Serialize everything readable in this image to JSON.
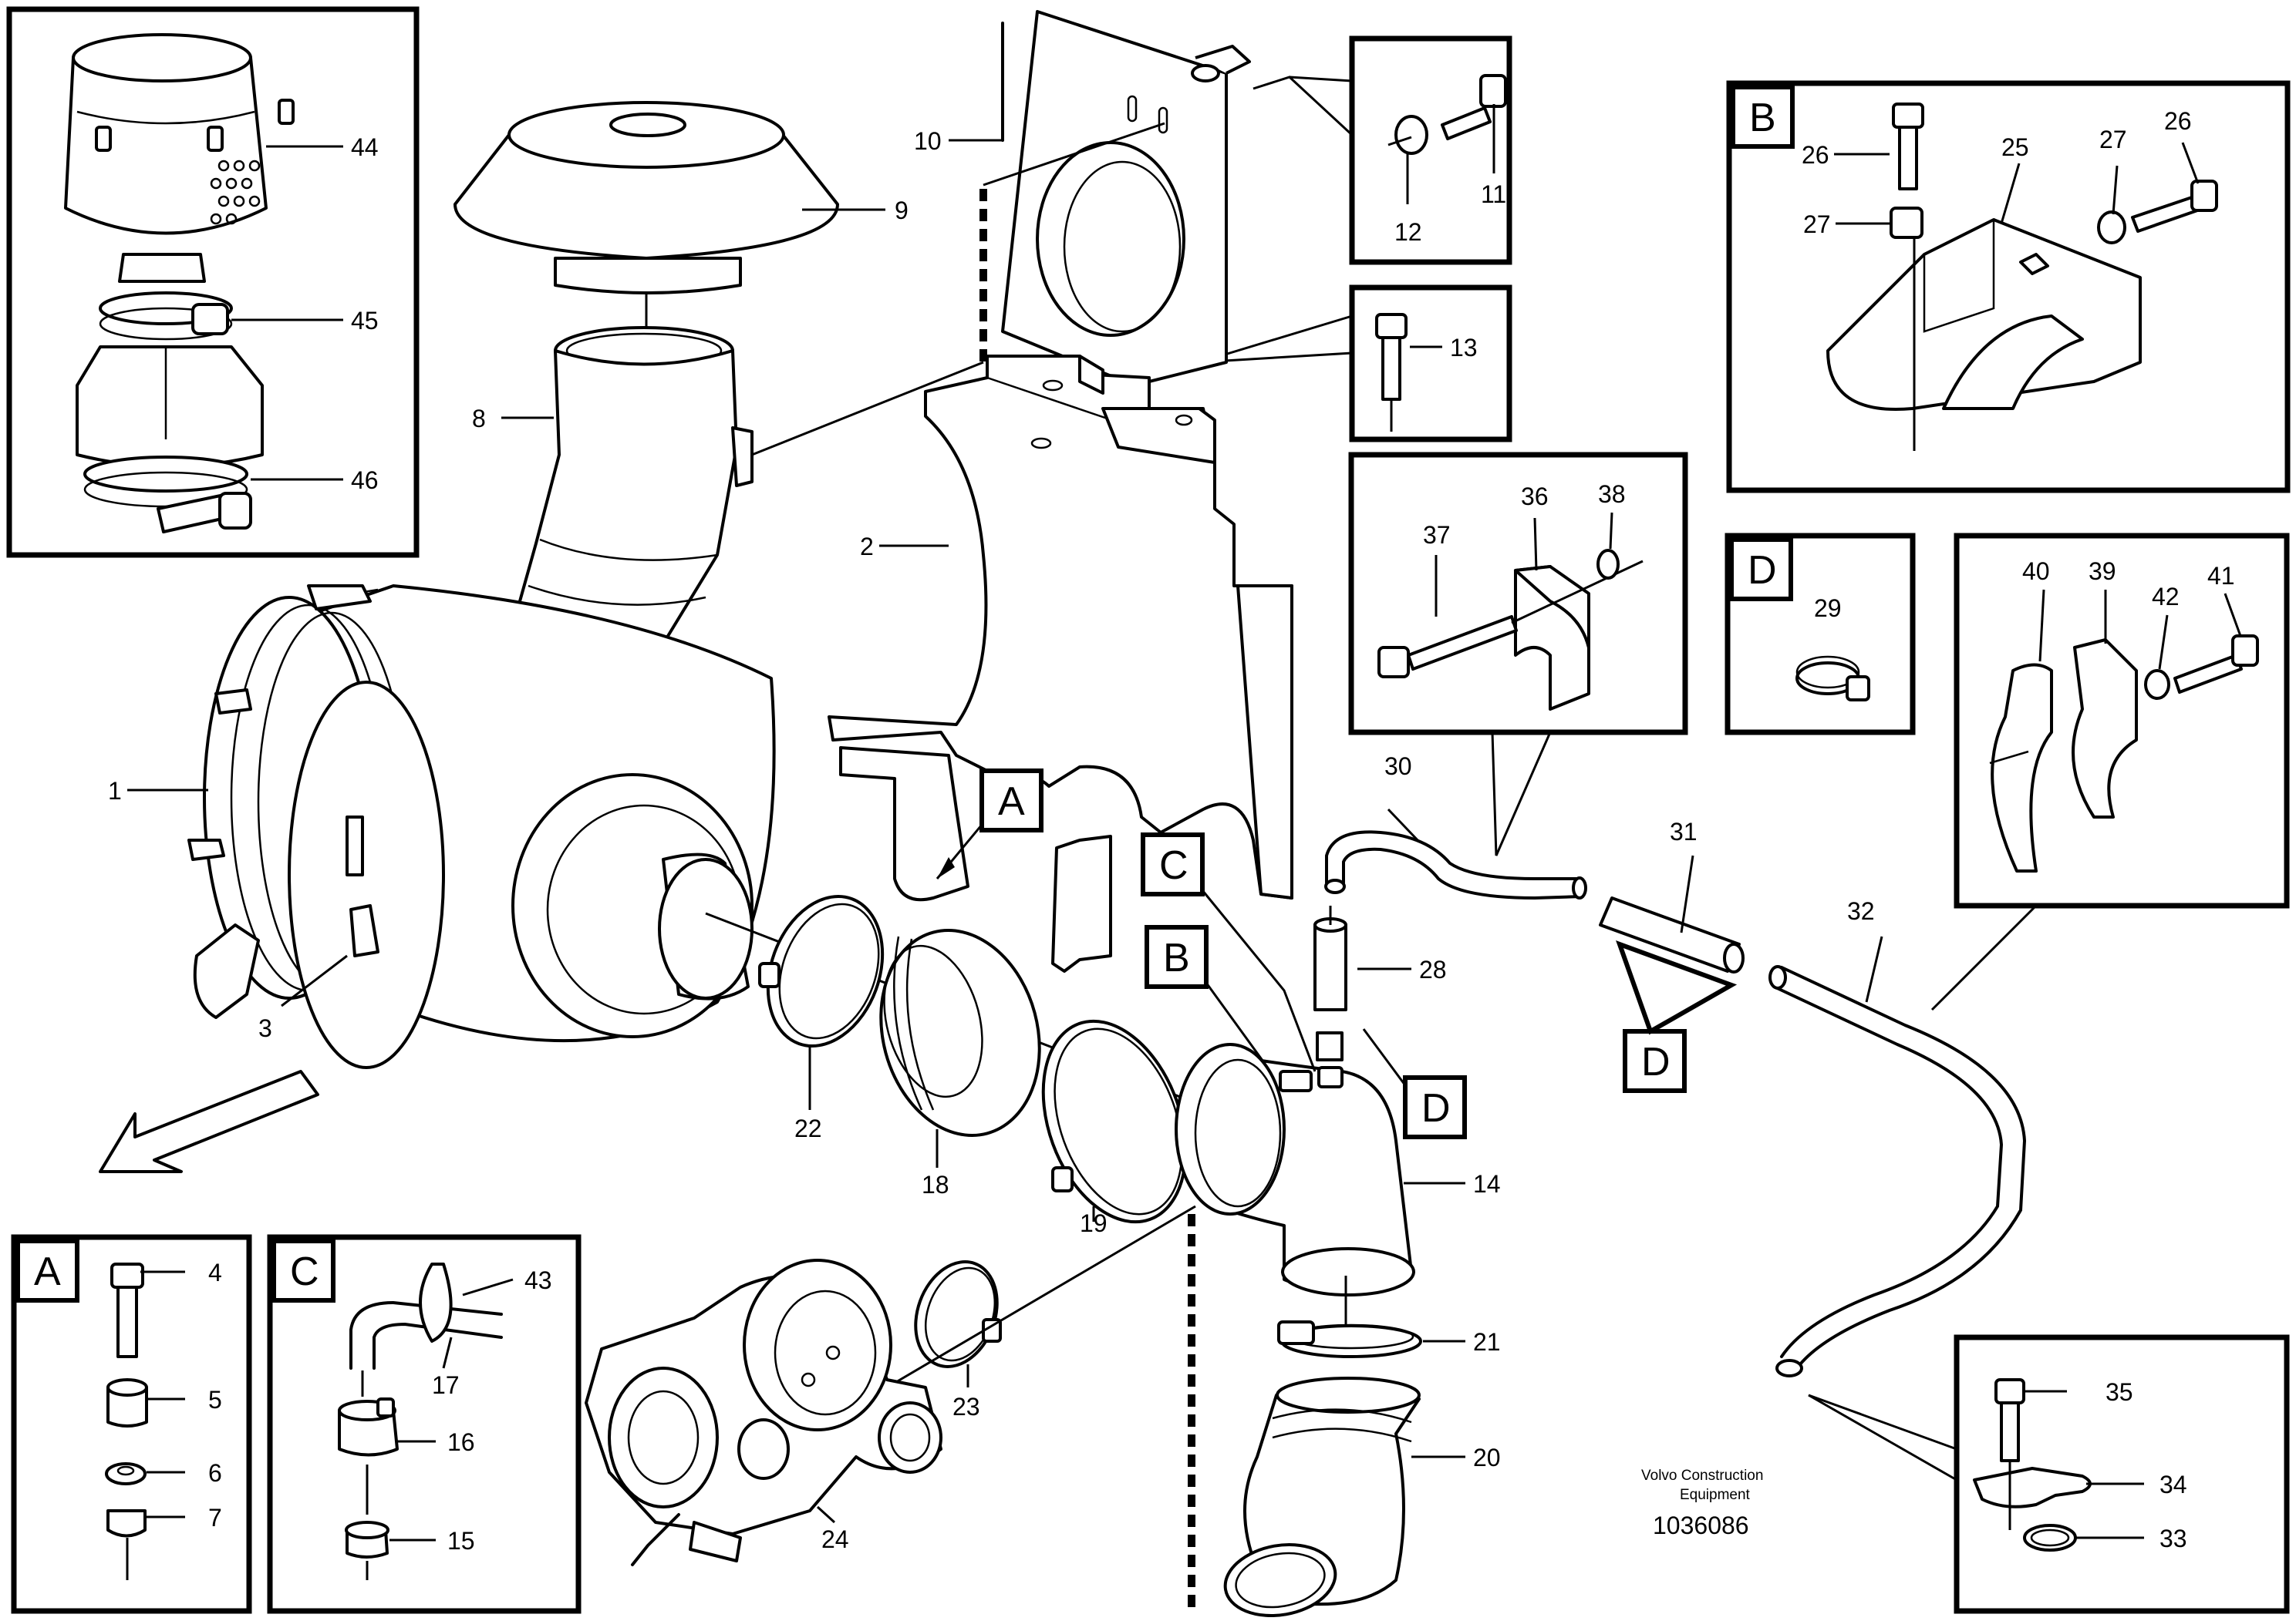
{
  "diagram": {
    "credit_line1": "Volvo Construction",
    "credit_line2": "Equipment",
    "drawing_number": "1036086",
    "detail_letters": {
      "a": "A",
      "b": "B",
      "c": "C",
      "d": "D"
    },
    "part_numbers": {
      "p1": "1",
      "p2": "2",
      "p3": "3",
      "p4": "4",
      "p5": "5",
      "p6": "6",
      "p7": "7",
      "p8": "8",
      "p9": "9",
      "p10": "10",
      "p11": "11",
      "p12": "12",
      "p13": "13",
      "p14": "14",
      "p15": "15",
      "p16": "16",
      "p17": "17",
      "p18": "18",
      "p19": "19",
      "p20": "20",
      "p21": "21",
      "p22": "22",
      "p23": "23",
      "p24": "24",
      "p25": "25",
      "p26": "26",
      "p27": "27",
      "p28": "28",
      "p29": "29",
      "p30": "30",
      "p31": "31",
      "p32": "32",
      "p33": "33",
      "p34": "34",
      "p35": "35",
      "p36": "36",
      "p37": "37",
      "p38": "38",
      "p39": "39",
      "p40": "40",
      "p41": "41",
      "p42": "42",
      "p43": "43",
      "p44": "44",
      "p45": "45",
      "p46": "46"
    }
  }
}
